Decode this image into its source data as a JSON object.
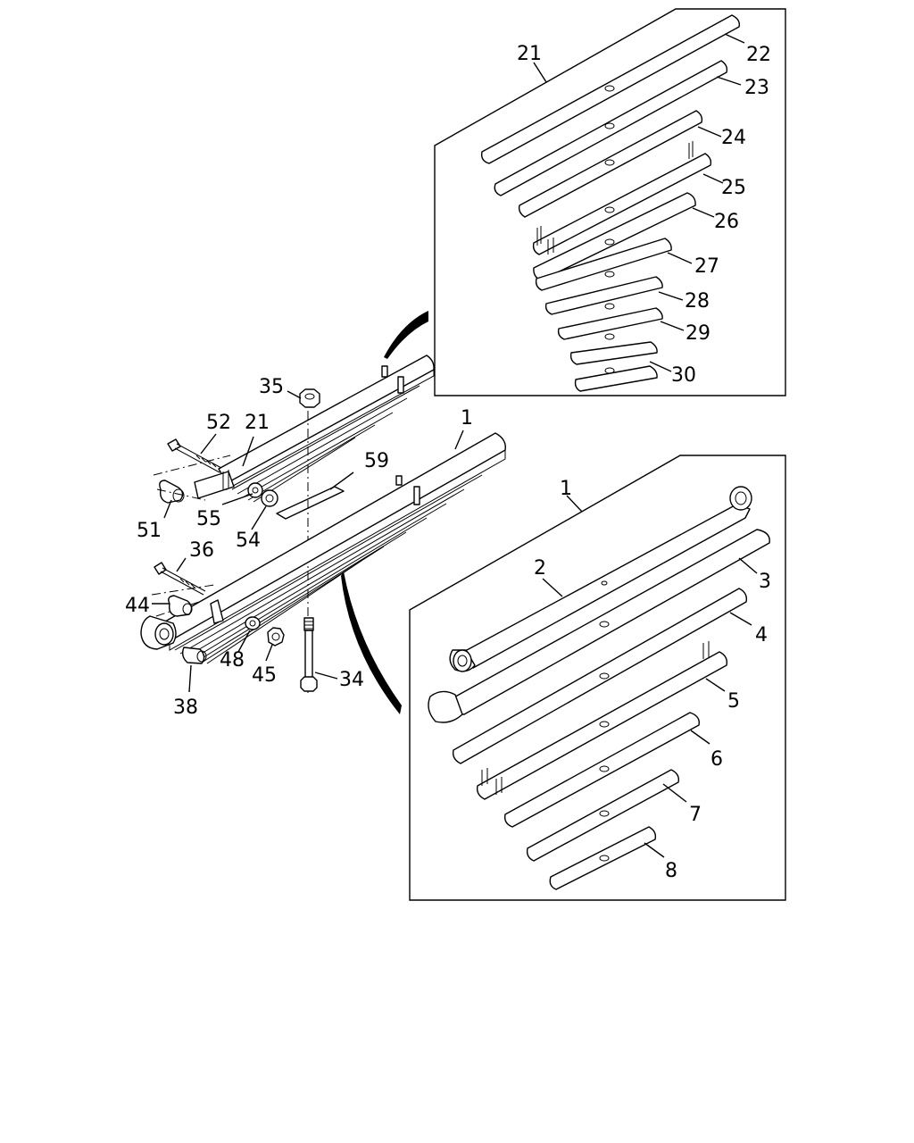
{
  "callouts": {
    "c1_top": "1",
    "c2": "2",
    "c3": "3",
    "c4": "4",
    "c5": "5",
    "c6": "6",
    "c7": "7",
    "c8": "8",
    "c21_top": "21",
    "c22": "22",
    "c23": "23",
    "c24": "24",
    "c25": "25",
    "c26": "26",
    "c27": "27",
    "c28": "28",
    "c29": "29",
    "c30": "30",
    "c35": "35",
    "c52": "52",
    "c21_mid": "21",
    "c1_mid": "1",
    "c59": "59",
    "c51": "51",
    "c55": "55",
    "c54": "54",
    "c36": "36",
    "c44": "44",
    "c48": "48",
    "c45": "45",
    "c34": "34",
    "c38": "38"
  }
}
